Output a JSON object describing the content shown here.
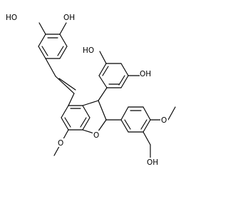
{
  "labels": {
    "oh_top_left": "HO",
    "oh_top_right": "OH",
    "oh_mid_left": "HO",
    "oh_mid_right": "OH",
    "o_methoxy_right": "O",
    "o_methoxy_left": "O",
    "o_furan": "O",
    "oh_bottom": "OH"
  }
}
